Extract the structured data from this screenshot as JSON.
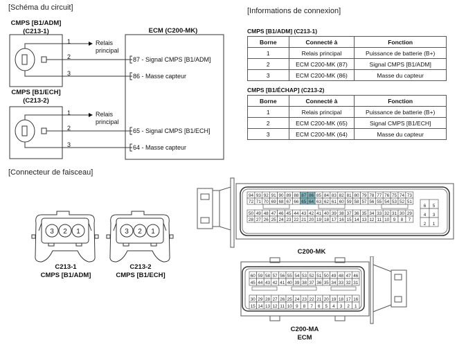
{
  "circuit": {
    "title": "[Schéma du circuit]",
    "ecm_label": "ECM (C200-MK)",
    "sensors": [
      {
        "name": "CMPS [B1/ADM]",
        "connector": "(C213-1)",
        "pins": [
          "1",
          "2",
          "3"
        ],
        "relay_label_1": "Relais",
        "relay_label_2": "principal",
        "ecm_pins": [
          "87 - Signal CMPS [B1/ADM]",
          "86 - Masse capteur"
        ]
      },
      {
        "name": "CMPS [B1/ECH]",
        "connector": "(C213-2)",
        "pins": [
          "1",
          "2",
          "3"
        ],
        "relay_label_1": "Relais",
        "relay_label_2": "principal",
        "ecm_pins": [
          "65 - Signal CMPS [B1/ECH]",
          "64 - Masse capteur"
        ]
      }
    ]
  },
  "connection_info": {
    "title": "[Informations de connexion]",
    "headers": [
      "Borne",
      "Connecté à",
      "Fonction"
    ],
    "tables": [
      {
        "caption": "CMPS [B1/ADM] (C213-1)",
        "rows": [
          [
            "1",
            "Relais principal",
            "Puissance de batterie (B+)"
          ],
          [
            "2",
            "ECM C200-MK (87)",
            "Signal CMPS [B1/ADM]"
          ],
          [
            "3",
            "ECM C200-MK (86)",
            "Masse du capteur"
          ]
        ]
      },
      {
        "caption": "CMPS [B1/ÉCHAP] (C213-2)",
        "rows": [
          [
            "1",
            "Relais principal",
            "Puissance de batterie (B+)"
          ],
          [
            "2",
            "ECM C200-MK (65)",
            "Signal CMPS [B1/ECH]"
          ],
          [
            "3",
            "ECM C200-MK (64)",
            "Masse du capteur"
          ]
        ]
      }
    ]
  },
  "harness": {
    "title": "[Connecteur de faisceau]",
    "sensor_connectors": [
      {
        "id": "C213-1",
        "name": "CMPS [B1/ADM]",
        "pins": [
          "3",
          "2",
          "1"
        ]
      },
      {
        "id": "C213-2",
        "name": "CMPS [B1/ECH]",
        "pins": [
          "3",
          "2",
          "1"
        ]
      }
    ],
    "c200mk": {
      "label": "C200-MK",
      "highlight_color": "#7fb6bd",
      "highlighted_pins": [
        "87",
        "86",
        "65",
        "64"
      ],
      "rows": [
        [
          "94",
          "93",
          "92",
          "91",
          "90",
          "89",
          "88",
          "87",
          "86",
          "85",
          "84",
          "83",
          "82",
          "81",
          "80",
          "79",
          "78",
          "77",
          "76",
          "75",
          "74",
          "73"
        ],
        [
          "72",
          "71",
          "70",
          "69",
          "68",
          "67",
          "66",
          "65",
          "64",
          "63",
          "62",
          "61",
          "60",
          "59",
          "58",
          "57",
          "56",
          "55",
          "54",
          "53",
          "52",
          "51"
        ],
        [
          "50",
          "49",
          "48",
          "47",
          "46",
          "45",
          "44",
          "43",
          "42",
          "41",
          "40",
          "39",
          "38",
          "37",
          "36",
          "35",
          "34",
          "33",
          "32",
          "31",
          "30",
          "29"
        ],
        [
          "28",
          "27",
          "26",
          "25",
          "24",
          "23",
          "22",
          "21",
          "20",
          "19",
          "18",
          "17",
          "16",
          "15",
          "14",
          "13",
          "12",
          "11",
          "10",
          "9",
          "8",
          "7"
        ]
      ],
      "power_block": [
        [
          "6",
          "5"
        ],
        [
          "4",
          "3"
        ],
        [
          "2",
          "1"
        ]
      ]
    },
    "c200ma": {
      "label_1": "C200-MA",
      "label_2": "ECM",
      "rows": [
        [
          "60",
          "59",
          "58",
          "57",
          "56",
          "55",
          "54",
          "53",
          "52",
          "51",
          "50",
          "49",
          "48",
          "47",
          "46"
        ],
        [
          "45",
          "44",
          "43",
          "42",
          "41",
          "40",
          "39",
          "38",
          "37",
          "36",
          "35",
          "34",
          "33",
          "32",
          "31"
        ],
        [
          "30",
          "29",
          "28",
          "27",
          "26",
          "25",
          "24",
          "23",
          "22",
          "21",
          "20",
          "19",
          "18",
          "17",
          "16"
        ],
        [
          "15",
          "14",
          "13",
          "12",
          "11",
          "10",
          "9",
          "8",
          "7",
          "6",
          "5",
          "4",
          "3",
          "2",
          "1"
        ]
      ]
    }
  }
}
